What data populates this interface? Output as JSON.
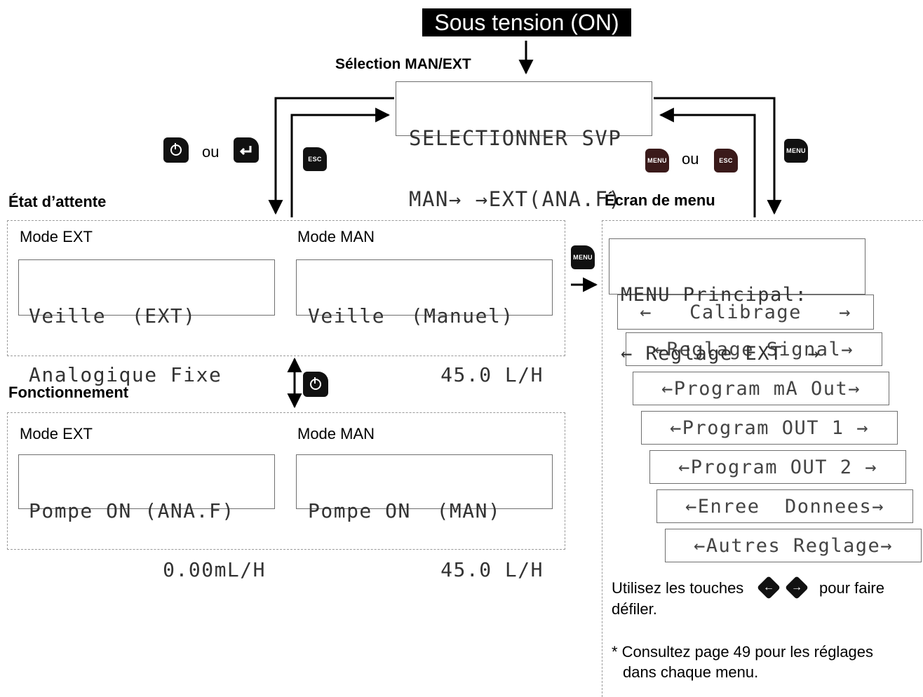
{
  "title": "Sous tension (ON)",
  "selection_label": "Sélection MAN/EXT",
  "select_screen": {
    "line1": "SELECTIONNER SVP",
    "line2": "MAN→ →EXT(ANA.F)"
  },
  "keys": {
    "ou": "ou",
    "esc": "ESC",
    "menu": "MENU"
  },
  "standby": {
    "title": "État d’attente",
    "ext_mode": "Mode EXT",
    "man_mode": "Mode MAN",
    "ext_lcd": {
      "line1": "Veille  (EXT)",
      "line2": "Analogique Fixe"
    },
    "man_lcd": {
      "line1": "Veille  (Manuel)",
      "line2": "45.0 L/H"
    }
  },
  "operation": {
    "title": "Fonctionnement",
    "ext_mode": "Mode EXT",
    "man_mode": "Mode MAN",
    "ext_lcd": {
      "line1": "Pompe ON (ANA.F)",
      "line2": "0.00mL/H"
    },
    "man_lcd": {
      "line1": "Pompe ON  (MAN)",
      "line2": "45.0 L/H"
    }
  },
  "menu": {
    "title": "Écran de menu",
    "main_line1": "MENU Principal:",
    "main_line2": "← Reglage EXT  →",
    "items": [
      "←   Calibrage   →",
      "←Reglage Signal→",
      "←Program mA Out→",
      "←Program OUT 1 →",
      "←Program OUT 2 →",
      "←Enree  Donnees→",
      "←Autres Reglage→"
    ],
    "note_pre": "Utilisez les touches",
    "note_post": "pour faire",
    "note_line2": "défiler.",
    "footnote1": "* Consultez page 49 pour les réglages",
    "footnote2": "dans chaque menu."
  }
}
